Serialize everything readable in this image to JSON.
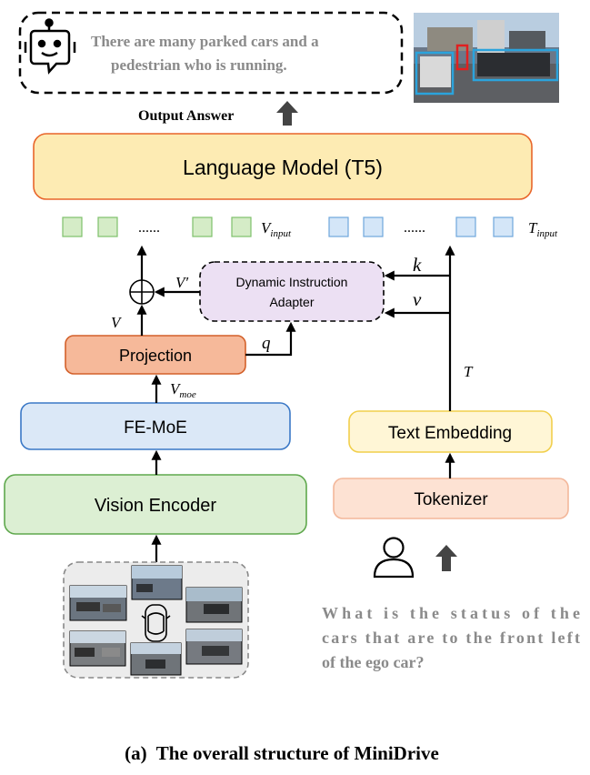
{
  "output": {
    "answer_text_line1": "There are many parked cars and a",
    "answer_text_line2": "pedestrian who is running.",
    "answer_label": "Output Answer"
  },
  "blocks": {
    "language_model": "Language Model (T5)",
    "dynamic_adapter_line1": "Dynamic Instruction",
    "dynamic_adapter_line2": "Adapter",
    "projection": "Projection",
    "fe_moe": "FE-MoE",
    "vision_encoder": "Vision Encoder",
    "text_embedding": "Text Embedding",
    "tokenizer": "Tokenizer"
  },
  "tokens": {
    "ellipsis": "......",
    "v_input_main": "V",
    "v_input_sub": "input",
    "t_input_main": "T",
    "t_input_sub": "input"
  },
  "edge_labels": {
    "v_prime": "V′",
    "v": "V",
    "q": "q",
    "k": "k",
    "v_small": "v",
    "t": "T",
    "v_moe_main": "V",
    "v_moe_sub": "moe"
  },
  "question": {
    "line1": "What is the status of the",
    "line2": "cars that are to the front left",
    "line3": "of the ego car?"
  },
  "caption": "(a)  The overall structure of MiniDrive",
  "colors": {
    "lm_fill": "#fdebb3",
    "lm_stroke": "#e8652a",
    "proj_fill": "#f6b99a",
    "proj_stroke": "#d3602a",
    "femoe_fill": "#dbe8f7",
    "femoe_stroke": "#3a78c6",
    "venc_fill": "#dcefd3",
    "venc_stroke": "#5fa84d",
    "temb_fill": "#fff6d6",
    "temb_stroke": "#f1cf4c",
    "tok_fill": "#fde2d3",
    "tok_stroke": "#f3b79a",
    "adapter_fill": "#ece0f3",
    "vtoken_fill": "#d5ecc7",
    "vtoken_stroke": "#7ec06b",
    "ttoken_fill": "#d4e6f8",
    "ttoken_stroke": "#6fa6dc"
  }
}
